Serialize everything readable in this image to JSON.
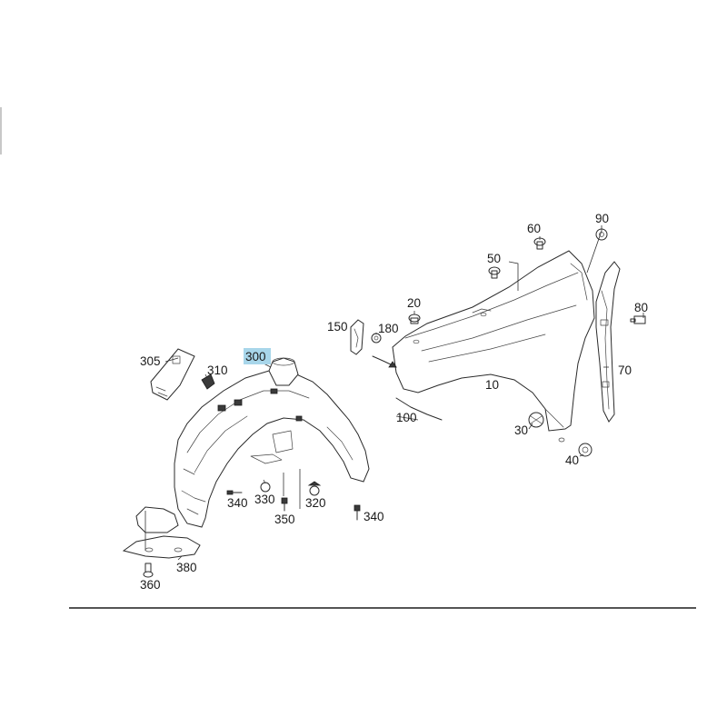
{
  "diagram": {
    "highlighted_callout": "300",
    "callouts": {
      "c10": "10",
      "c20": "20",
      "c30": "30",
      "c40": "40",
      "c50": "50",
      "c60": "60",
      "c70": "70",
      "c80": "80",
      "c90": "90",
      "c100": "100",
      "c150": "150",
      "c180": "180",
      "c300": "300",
      "c305": "305",
      "c310": "310",
      "c320": "320",
      "c330": "330",
      "c340a": "340",
      "c340b": "340",
      "c350": "350",
      "c360": "360",
      "c380": "380"
    },
    "colors": {
      "highlight": "#a8d6ea",
      "line": "#2a2a2a"
    }
  }
}
